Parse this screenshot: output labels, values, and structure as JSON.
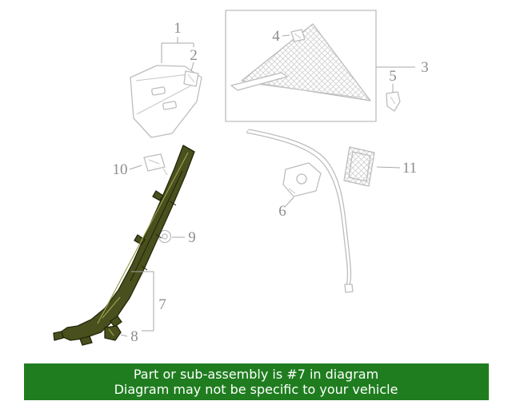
{
  "page": {
    "background": "#ffffff"
  },
  "colors": {
    "highlight_fill": "#4a501d",
    "highlight_stroke": "#23270b",
    "diagram_line_gray": "#bdbdbd",
    "callout_text_gray": "#8d8d8d",
    "banner_bg": "#1f7d1f",
    "banner_text": "#ffffff"
  },
  "highlighted_part_number": "7",
  "callouts": {
    "n1": "1",
    "n2": "2",
    "n3": "3",
    "n4": "4",
    "n5": "5",
    "n6": "6",
    "n7": "7",
    "n8": "8",
    "n9": "9",
    "n10": "10",
    "n11": "11"
  },
  "banner": {
    "line1": "Part or sub-assembly is #7 in diagram",
    "line2": "Diagram may not be specific to your vehicle"
  }
}
